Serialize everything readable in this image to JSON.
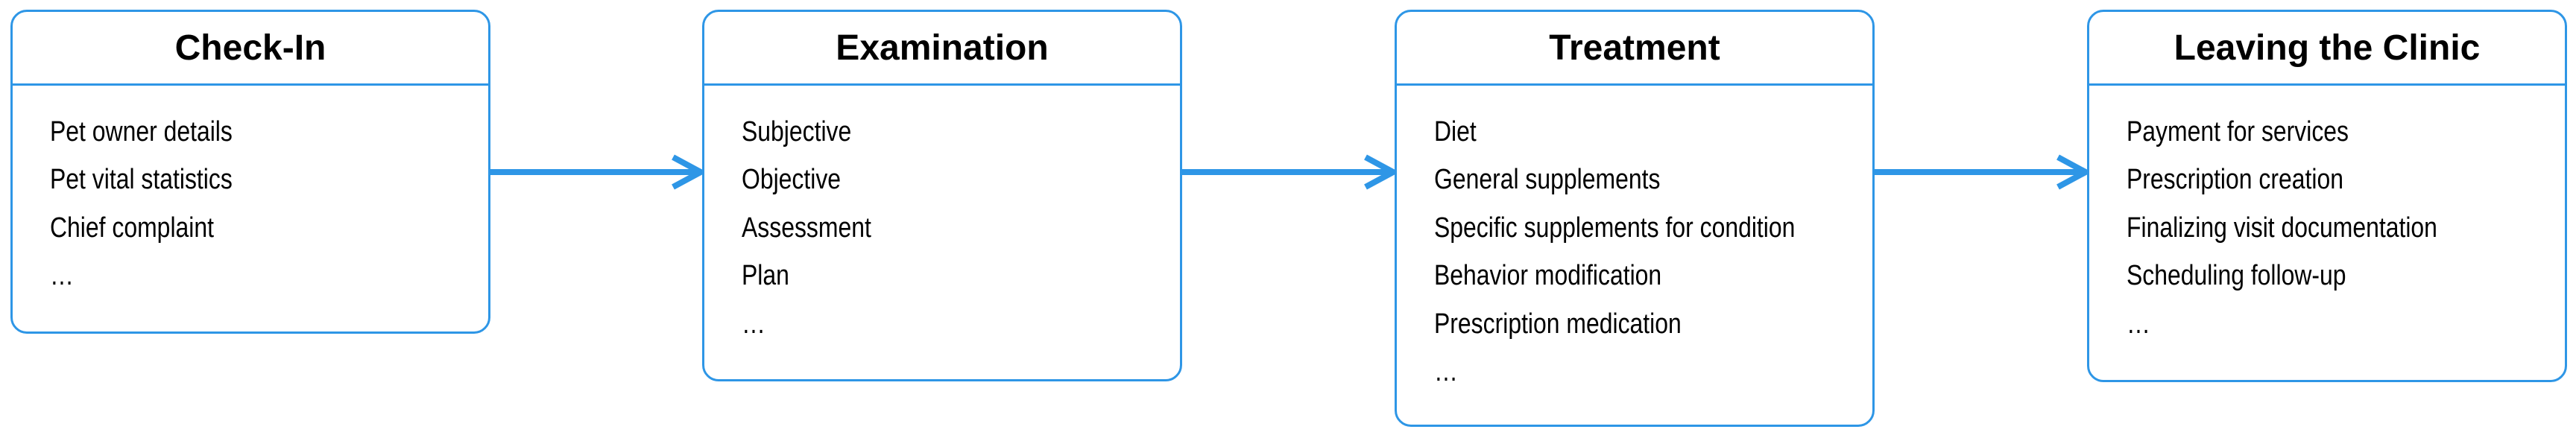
{
  "colors": {
    "accent": "#2E96E6",
    "text": "#000000",
    "background": "#FFFFFF"
  },
  "stages": [
    {
      "title": "Check-In",
      "items": [
        "Pet owner details",
        "Pet vital statistics",
        "Chief complaint",
        "…"
      ]
    },
    {
      "title": "Examination",
      "items": [
        "Subjective",
        "Objective",
        "Assessment",
        "Plan",
        "…"
      ]
    },
    {
      "title": "Treatment",
      "items": [
        "Diet",
        "General supplements",
        "Specific supplements for condition",
        "Behavior modification",
        "Prescription medication",
        "…"
      ]
    },
    {
      "title": "Leaving the Clinic",
      "items": [
        "Payment for services",
        "Prescription creation",
        "Finalizing visit documentation",
        "Scheduling follow-up",
        "…"
      ]
    }
  ],
  "connections": [
    {
      "from": "Check-In",
      "to": "Examination"
    },
    {
      "from": "Examination",
      "to": "Treatment"
    },
    {
      "from": "Treatment",
      "to": "Leaving the Clinic"
    }
  ]
}
